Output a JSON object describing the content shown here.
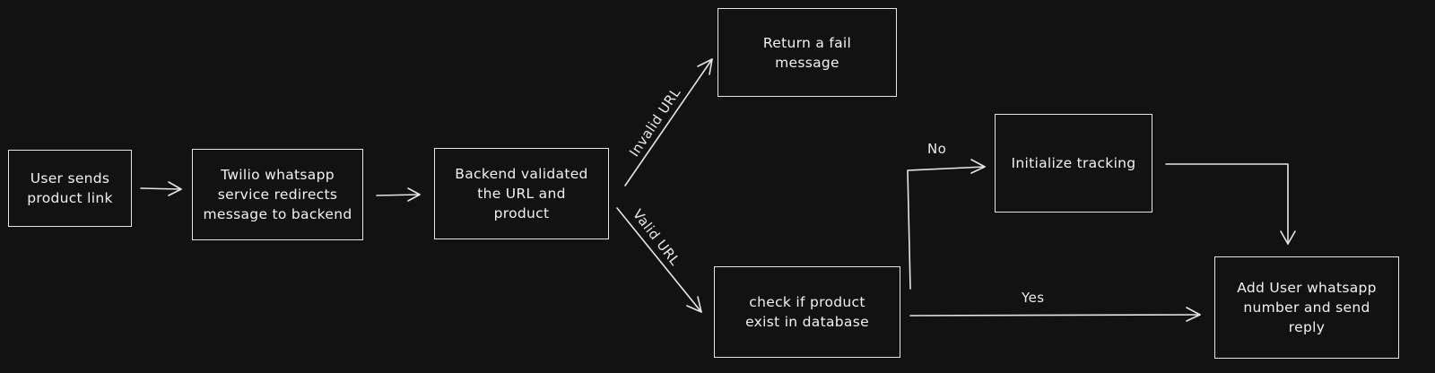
{
  "diagram": {
    "nodes": {
      "user_sends": "User sends\nproduct link",
      "twilio": "Twilio whatsapp\nservice redirects\nmessage to backend",
      "backend": "Backend validated\nthe URL and\nproduct",
      "return_fail": "Return a fail\nmessage",
      "check_product": "check if product\nexist in database",
      "init_tracking": "Initialize tracking",
      "add_user": "Add User whatsapp\nnumber and send\nreply"
    },
    "edges": {
      "invalid_url": "Invalid URL",
      "valid_url": "Valid URL",
      "no": "No",
      "yes": "Yes"
    }
  }
}
